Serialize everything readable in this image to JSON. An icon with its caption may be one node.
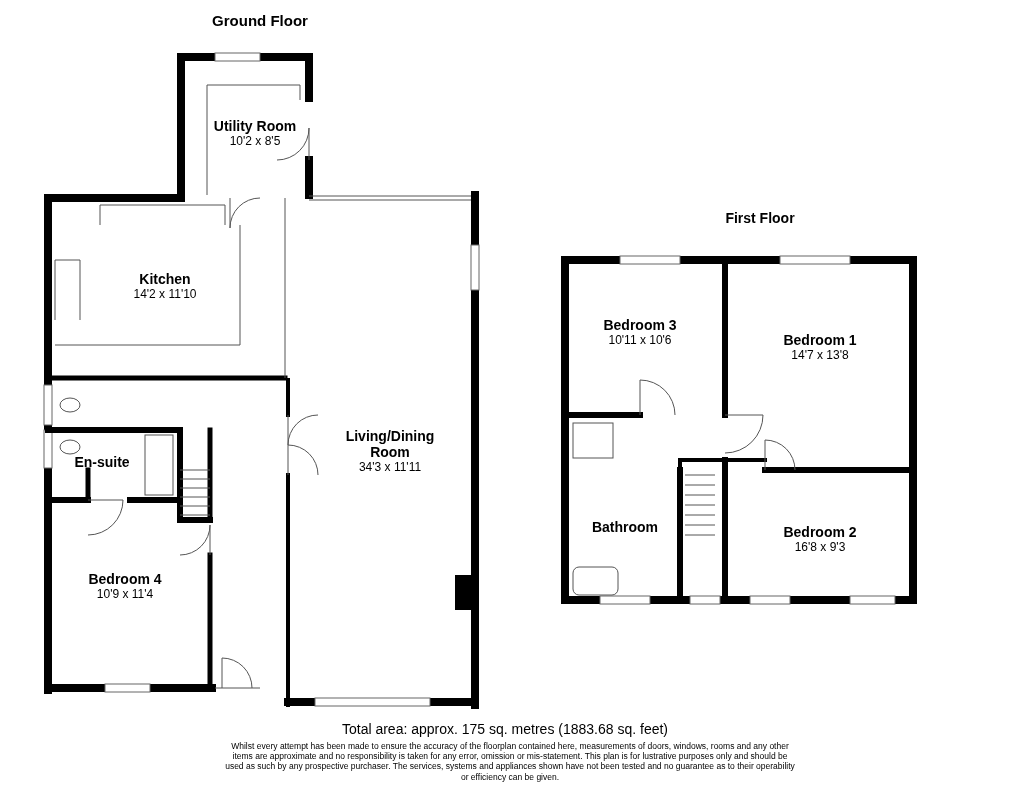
{
  "diagram": {
    "nodes": [
      {
        "text": [
          "Utility Room",
          "10'2 x 8'5"
        ]
      },
      {
        "text": [
          "Kitchen",
          "14'2 x 11'10"
        ]
      },
      {
        "text": [
          "Living/Dining Room",
          "34'3 x 11'11"
        ]
      },
      {
        "text": [
          "En-suite"
        ]
      },
      {
        "text": [
          "Bedroom 4",
          "10'9 x 11'4"
        ]
      },
      {
        "text": [
          "Bedroom 3",
          "10'11 x 10'6"
        ]
      },
      {
        "text": [
          "Bedroom 1",
          "14'7 x 13'8"
        ]
      },
      {
        "text": [
          "Bathroom"
        ]
      },
      {
        "text": [
          "Bedroom 2",
          "16'8 x 9'3"
        ]
      }
    ],
    "labels": [
      "Ground Floor",
      "First Floor",
      "Total area: approx. 175 sq. metres (1883.68 sq. feet)",
      "Whilst every attempt has been made to ensure the accuracy of the floorplan contained here, measurements of doors, windows, rooms and any other items are approximate and no responsibility is taken for any error, omission or mis-statement. This plan is for lustrative purposes only and should be used as such by any prospective purchaser. The services, systems and appliances shown have not been tested and no guarantee as to their operability or efficiency can be given."
    ]
  }
}
